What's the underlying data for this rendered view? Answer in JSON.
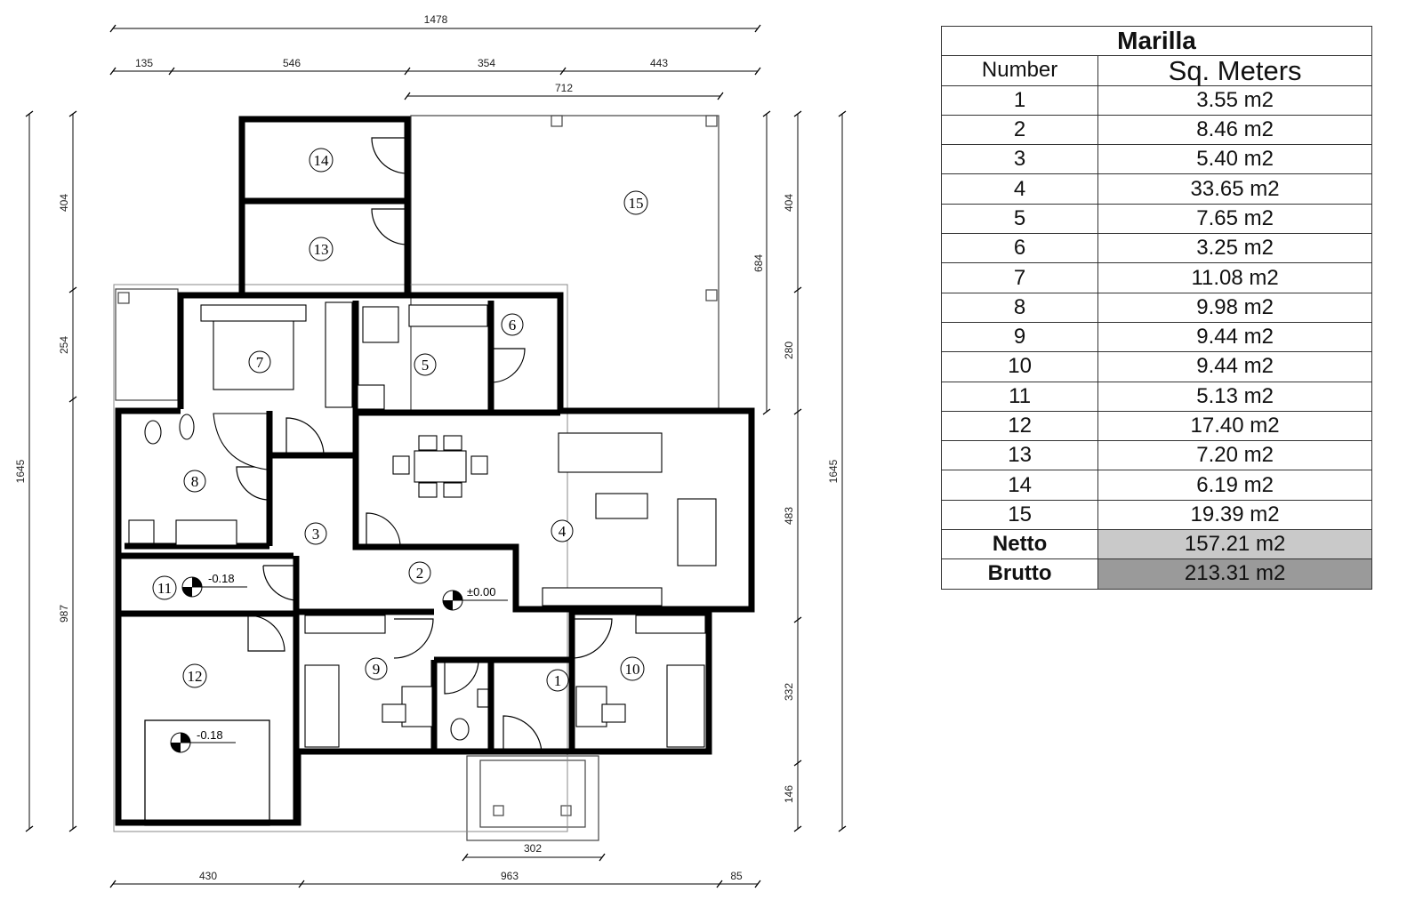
{
  "plan": {
    "dimensions": {
      "top_total": "1478",
      "top_segments": [
        "135",
        "546",
        "354",
        "443"
      ],
      "top_terrace": "712",
      "left_total": "1645",
      "left_segments": [
        "404",
        "254",
        "987"
      ],
      "right_total": "1645",
      "right_terrace": "684",
      "right_segments": [
        "404",
        "280",
        "483",
        "332",
        "146"
      ],
      "bottom_segments": [
        "430",
        "963",
        "85"
      ],
      "bottom_porch": "302"
    },
    "rooms": [
      "1",
      "2",
      "3",
      "4",
      "5",
      "6",
      "7",
      "8",
      "9",
      "10",
      "11",
      "12",
      "13",
      "14",
      "15"
    ],
    "elevations": {
      "room11": "-0.18",
      "room12": "-0.18",
      "room2": "±0.00"
    }
  },
  "table": {
    "title": "Marilla",
    "col_number": "Number",
    "col_area": "Sq. Meters",
    "rows": [
      {
        "n": "1",
        "a": "3.55 m2"
      },
      {
        "n": "2",
        "a": "8.46 m2"
      },
      {
        "n": "3",
        "a": "5.40 m2"
      },
      {
        "n": "4",
        "a": "33.65 m2"
      },
      {
        "n": "5",
        "a": "7.65 m2"
      },
      {
        "n": "6",
        "a": "3.25 m2"
      },
      {
        "n": "7",
        "a": "11.08 m2"
      },
      {
        "n": "8",
        "a": "9.98 m2"
      },
      {
        "n": "9",
        "a": "9.44 m2"
      },
      {
        "n": "10",
        "a": "9.44 m2"
      },
      {
        "n": "11",
        "a": "5.13 m2"
      },
      {
        "n": "12",
        "a": "17.40 m2"
      },
      {
        "n": "13",
        "a": "7.20 m2"
      },
      {
        "n": "14",
        "a": "6.19 m2"
      },
      {
        "n": "15",
        "a": "19.39 m2"
      }
    ],
    "netto_label": "Netto",
    "netto_value": "157.21 m2",
    "brutto_label": "Brutto",
    "brutto_value": "213.31 m2"
  }
}
